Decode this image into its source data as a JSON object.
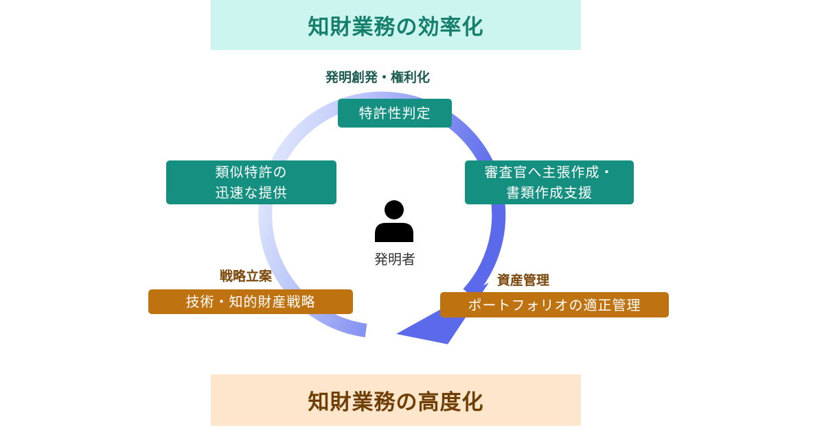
{
  "banners": {
    "top": "知財業務の効率化",
    "bottom": "知財業務の高度化"
  },
  "sections": {
    "invention_label": "発明創発・権利化",
    "strategy_label": "戦略立案",
    "asset_label": "資産管理"
  },
  "boxes": {
    "patentability": "特許性判定",
    "similar_patents_line1": "類似特許の",
    "similar_patents_line2": "迅速な提供",
    "examiner_line1": "審査官へ主張作成・",
    "examiner_line2": "書類作成支援",
    "strategy": "技術・知的財産戦略",
    "portfolio": "ポートフォリオの適正管理"
  },
  "center": {
    "icon": "person-icon",
    "label": "発明者"
  },
  "colors": {
    "teal_box": "#159080",
    "orange_box": "#bf7210",
    "top_banner_bg": "#cdf5ef",
    "bottom_banner_bg": "#fde6cb",
    "arrow_light": "#e7edfd",
    "arrow_dark": "#5869ec"
  }
}
